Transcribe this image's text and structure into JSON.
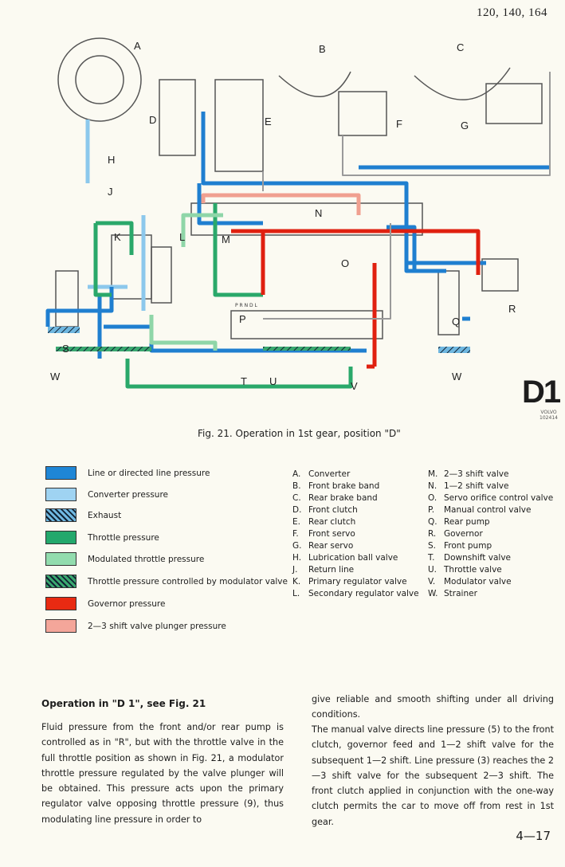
{
  "header": {
    "models": "120, 140, 164"
  },
  "diagram": {
    "labels": [
      "A",
      "B",
      "C",
      "D",
      "E",
      "F",
      "G",
      "H",
      "J",
      "K",
      "L",
      "M",
      "N",
      "O",
      "P",
      "Q",
      "R",
      "S",
      "T",
      "U",
      "V",
      "W",
      "W"
    ],
    "valve_text": "P R N D L",
    "colors": {
      "line": "#1f7fd0",
      "converter": "#8cc8ec",
      "throttle": "#2aa86a",
      "modulated": "#8fd6a8",
      "governor": "#e02010",
      "plunger": "#f0a090",
      "exhaust": "#9a9a9a"
    }
  },
  "badge": {
    "text": "D1",
    "sub": "VOLVO 102414"
  },
  "caption": "Fig. 21.   Operation in 1st gear, position \"D\"",
  "legend": [
    {
      "label": "Line or directed line pressure",
      "color": "#1f86d6",
      "pattern": "solid"
    },
    {
      "label": "Converter pressure",
      "color": "#9fd3f2",
      "pattern": "solid"
    },
    {
      "label": "Exhaust",
      "color": "#6fb7e0",
      "pattern": "hatched"
    },
    {
      "label": "Throttle pressure",
      "color": "#23a86c",
      "pattern": "solid"
    },
    {
      "label": "Modulated throttle pressure",
      "color": "#92dcae",
      "pattern": "solid"
    },
    {
      "label": "Throttle pressure controlled by modulator valve",
      "color": "#3aa870",
      "pattern": "hatched"
    },
    {
      "label": "Governor pressure",
      "color": "#e82a12",
      "pattern": "solid"
    },
    {
      "label": "2—3 shift valve plunger pressure",
      "color": "#f4a69a",
      "pattern": "solid"
    }
  ],
  "parts_left": [
    {
      "key": "A.",
      "name": "Converter"
    },
    {
      "key": "B.",
      "name": "Front brake band"
    },
    {
      "key": "C.",
      "name": "Rear brake band"
    },
    {
      "key": "D.",
      "name": "Front clutch"
    },
    {
      "key": "E.",
      "name": "Rear clutch"
    },
    {
      "key": "F.",
      "name": "Front servo"
    },
    {
      "key": "G.",
      "name": "Rear servo"
    },
    {
      "key": "H.",
      "name": "Lubrication ball valve"
    },
    {
      "key": "J.",
      "name": "Return line"
    },
    {
      "key": "K.",
      "name": "Primary regulator valve"
    },
    {
      "key": "L.",
      "name": "Secondary regulator valve"
    }
  ],
  "parts_right": [
    {
      "key": "M.",
      "name": "2—3 shift valve"
    },
    {
      "key": "N.",
      "name": "1—2 shift valve"
    },
    {
      "key": "O.",
      "name": "Servo orifice control valve"
    },
    {
      "key": "P.",
      "name": "Manual control valve"
    },
    {
      "key": "Q.",
      "name": "Rear pump"
    },
    {
      "key": "R.",
      "name": "Governor"
    },
    {
      "key": "S.",
      "name": "Front pump"
    },
    {
      "key": "T.",
      "name": "Downshift valve"
    },
    {
      "key": "U.",
      "name": "Throttle valve"
    },
    {
      "key": "V.",
      "name": "Modulator valve"
    },
    {
      "key": "W.",
      "name": "Strainer"
    }
  ],
  "body": {
    "heading": "Operation in \"D 1\", see Fig. 21",
    "col1": "Fluid pressure from the front and/or rear pump is controlled as in \"R\", but with the throttle valve in the full throttle position as shown in Fig. 21, a modulator throttle pressure regulated by the valve plunger will be obtained. This pressure acts upon the primary regulator valve opposing throttle pressure (9), thus modulating line pressure in order to",
    "col2a": "give reliable and smooth shifting under all driving conditions.",
    "col2b": "The manual valve directs line pressure (5) to the front clutch, governor feed and 1—2 shift valve for the subsequent 1—2 shift. Line pressure (3) reaches the 2—3 shift valve for the subsequent 2—3 shift. The front clutch applied in conjunction with the one-way clutch permits the car to move off from rest in 1st gear."
  },
  "page_number": "4—17"
}
